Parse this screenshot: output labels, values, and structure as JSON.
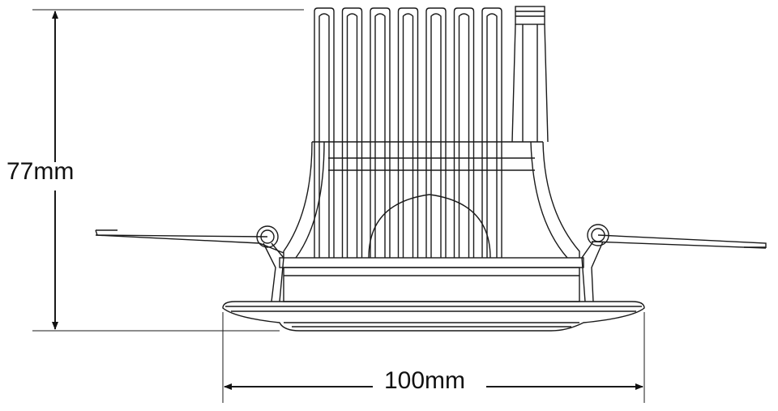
{
  "dimensions": {
    "height_label": "77mm",
    "width_label": "100mm"
  },
  "drawing": {
    "fin_count": 7,
    "line_color": "#1a1a1a"
  }
}
